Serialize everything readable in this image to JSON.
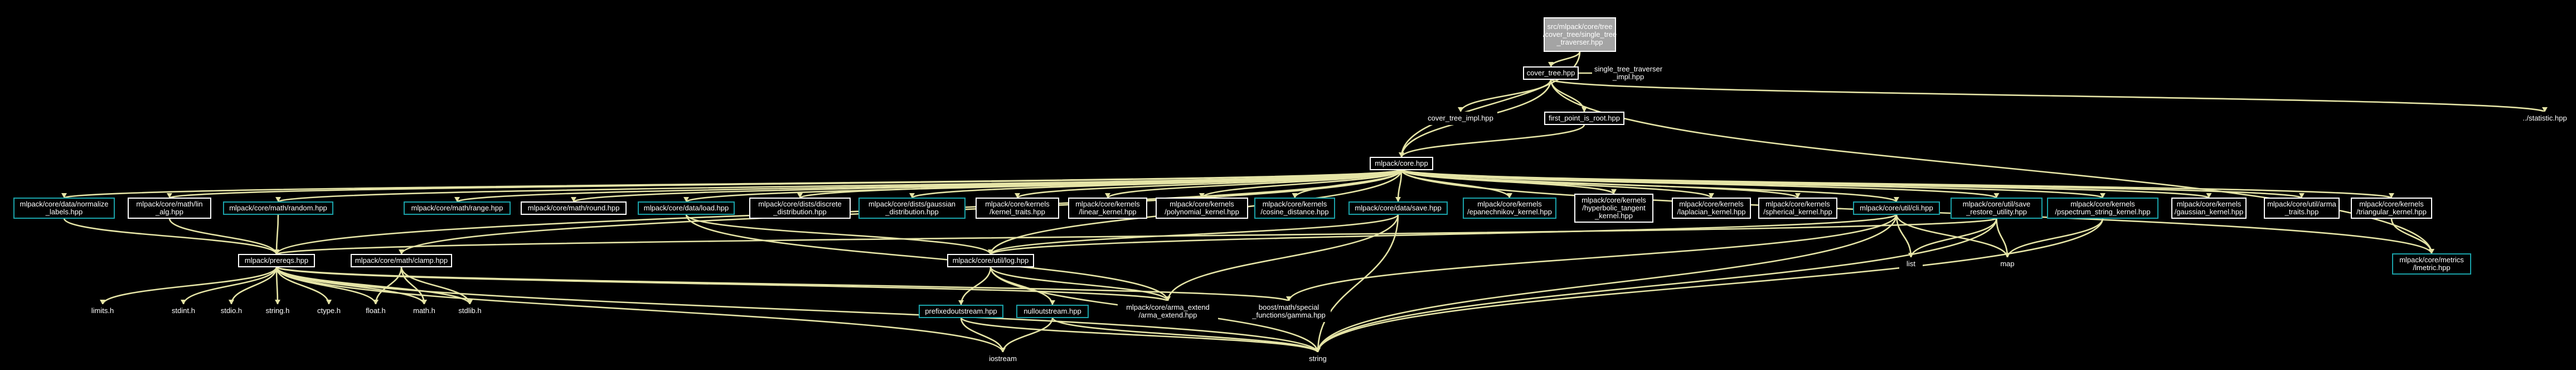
{
  "colors": {
    "background": "#000000",
    "edge": "#e5e4a6",
    "node_border_default": "#ffffff",
    "node_border_cyan": "#1aa1a8",
    "node_border_dim": "#8a8a8a",
    "root_fill": "#a4a4a4",
    "root_border": "#ffffff"
  },
  "nodes": [
    {
      "id": "root",
      "lines": [
        "src/mlpack/core/tree",
        "/cover_tree/single_tree",
        "_traverser.hpp"
      ],
      "style": "root"
    },
    {
      "id": "cover_tree",
      "lines": [
        "cover_tree.hpp"
      ],
      "style": "default"
    },
    {
      "id": "single_impl",
      "lines": [
        "single_tree_traverser",
        "_impl.hpp"
      ],
      "style": "none"
    },
    {
      "id": "cover_impl",
      "lines": [
        "cover_tree_impl.hpp"
      ],
      "style": "none"
    },
    {
      "id": "first_point",
      "lines": [
        "first_point_is_root.hpp"
      ],
      "style": "default"
    },
    {
      "id": "statistic",
      "lines": [
        "../statistic.hpp"
      ],
      "style": "none"
    },
    {
      "id": "core",
      "lines": [
        "mlpack/core.hpp"
      ],
      "style": "default"
    },
    {
      "id": "normalize",
      "lines": [
        "mlpack/core/data/normalize",
        "_labels.hpp"
      ],
      "style": "cyan"
    },
    {
      "id": "lin_alg",
      "lines": [
        "mlpack/core/math/lin",
        "_alg.hpp"
      ],
      "style": "default"
    },
    {
      "id": "random",
      "lines": [
        "mlpack/core/math/random.hpp"
      ],
      "style": "cyan"
    },
    {
      "id": "range",
      "lines": [
        "mlpack/core/math/range.hpp"
      ],
      "style": "cyan"
    },
    {
      "id": "round",
      "lines": [
        "mlpack/core/math/round.hpp"
      ],
      "style": "default"
    },
    {
      "id": "load",
      "lines": [
        "mlpack/core/data/load.hpp"
      ],
      "style": "cyan"
    },
    {
      "id": "discrete",
      "lines": [
        "mlpack/core/dists/discrete",
        "_distribution.hpp"
      ],
      "style": "default"
    },
    {
      "id": "gaussian_dist",
      "lines": [
        "mlpack/core/dists/gaussian",
        "_distribution.hpp"
      ],
      "style": "cyan"
    },
    {
      "id": "kernel_traits",
      "lines": [
        "mlpack/core/kernels",
        "/kernel_traits.hpp"
      ],
      "style": "default"
    },
    {
      "id": "linear_kernel",
      "lines": [
        "mlpack/core/kernels",
        "/linear_kernel.hpp"
      ],
      "style": "default"
    },
    {
      "id": "polynomial",
      "lines": [
        "mlpack/core/kernels",
        "/polynomial_kernel.hpp"
      ],
      "style": "default"
    },
    {
      "id": "cosine",
      "lines": [
        "mlpack/core/kernels",
        "/cosine_distance.hpp"
      ],
      "style": "cyan"
    },
    {
      "id": "save",
      "lines": [
        "mlpack/core/data/save.hpp"
      ],
      "style": "cyan"
    },
    {
      "id": "epanechnikov",
      "lines": [
        "mlpack/core/kernels",
        "/epanechnikov_kernel.hpp"
      ],
      "style": "cyan"
    },
    {
      "id": "hyperbolic",
      "lines": [
        "mlpack/core/kernels",
        "/hyperbolic_tangent",
        "_kernel.hpp"
      ],
      "style": "default"
    },
    {
      "id": "laplacian",
      "lines": [
        "mlpack/core/kernels",
        "/laplacian_kernel.hpp"
      ],
      "style": "default"
    },
    {
      "id": "spherical",
      "lines": [
        "mlpack/core/kernels",
        "/spherical_kernel.hpp"
      ],
      "style": "default"
    },
    {
      "id": "cli",
      "lines": [
        "mlpack/core/util/cli.hpp"
      ],
      "style": "cyan"
    },
    {
      "id": "save_restore",
      "lines": [
        "mlpack/core/util/save",
        "_restore_utility.hpp"
      ],
      "style": "cyan"
    },
    {
      "id": "pspectrum",
      "lines": [
        "mlpack/core/kernels",
        "/pspectrum_string_kernel.hpp"
      ],
      "style": "cyan"
    },
    {
      "id": "gaussian_kernel",
      "lines": [
        "mlpack/core/kernels",
        "/gaussian_kernel.hpp"
      ],
      "style": "default"
    },
    {
      "id": "arma_traits",
      "lines": [
        "mlpack/core/util/arma",
        "_traits.hpp"
      ],
      "style": "default"
    },
    {
      "id": "triangular",
      "lines": [
        "mlpack/core/kernels",
        "/triangular_kernel.hpp"
      ],
      "style": "default"
    },
    {
      "id": "lmetric",
      "lines": [
        "mlpack/core/metrics",
        "/lmetric.hpp"
      ],
      "style": "cyan"
    },
    {
      "id": "prereqs",
      "lines": [
        "mlpack/prereqs.hpp"
      ],
      "style": "default"
    },
    {
      "id": "clamp",
      "lines": [
        "mlpack/core/math/clamp.hpp"
      ],
      "style": "default"
    },
    {
      "id": "log",
      "lines": [
        "mlpack/core/util/log.hpp"
      ],
      "style": "default"
    },
    {
      "id": "arma_extend",
      "lines": [
        "mlpack/core/arma_extend",
        "/arma_extend.hpp"
      ],
      "style": "none"
    },
    {
      "id": "gamma",
      "lines": [
        "boost/math/special",
        "_functions/gamma.hpp"
      ],
      "style": "none"
    },
    {
      "id": "list",
      "lines": [
        "list"
      ],
      "style": "none"
    },
    {
      "id": "map",
      "lines": [
        "map"
      ],
      "style": "none"
    },
    {
      "id": "limits",
      "lines": [
        "limits.h"
      ],
      "style": "none"
    },
    {
      "id": "stdint",
      "lines": [
        "stdint.h"
      ],
      "style": "none"
    },
    {
      "id": "stdio",
      "lines": [
        "stdio.h"
      ],
      "style": "none"
    },
    {
      "id": "string_h",
      "lines": [
        "string.h"
      ],
      "style": "none"
    },
    {
      "id": "ctype",
      "lines": [
        "ctype.h"
      ],
      "style": "none"
    },
    {
      "id": "float",
      "lines": [
        "float.h"
      ],
      "style": "none"
    },
    {
      "id": "math",
      "lines": [
        "math.h"
      ],
      "style": "none"
    },
    {
      "id": "stdlib",
      "lines": [
        "stdlib.h"
      ],
      "style": "none"
    },
    {
      "id": "prefixed",
      "lines": [
        "prefixedoutstream.hpp"
      ],
      "style": "cyan"
    },
    {
      "id": "nulloutstream",
      "lines": [
        "nulloutstream.hpp"
      ],
      "style": "cyan"
    },
    {
      "id": "iostream",
      "lines": [
        "iostream"
      ],
      "style": "none"
    },
    {
      "id": "string",
      "lines": [
        "string"
      ],
      "style": "none"
    }
  ],
  "edges": [
    [
      "root",
      "cover_tree"
    ],
    [
      "root",
      "core"
    ],
    [
      "cover_tree",
      "single_impl"
    ],
    [
      "cover_tree",
      "cover_impl"
    ],
    [
      "cover_tree",
      "first_point"
    ],
    [
      "cover_tree",
      "statistic"
    ],
    [
      "cover_tree",
      "core"
    ],
    [
      "cover_tree",
      "lmetric"
    ],
    [
      "first_point",
      "core"
    ],
    [
      "core",
      "normalize"
    ],
    [
      "core",
      "lin_alg"
    ],
    [
      "core",
      "random"
    ],
    [
      "core",
      "range"
    ],
    [
      "core",
      "round"
    ],
    [
      "core",
      "load"
    ],
    [
      "core",
      "discrete"
    ],
    [
      "core",
      "gaussian_dist"
    ],
    [
      "core",
      "kernel_traits"
    ],
    [
      "core",
      "linear_kernel"
    ],
    [
      "core",
      "polynomial"
    ],
    [
      "core",
      "cosine"
    ],
    [
      "core",
      "save"
    ],
    [
      "core",
      "epanechnikov"
    ],
    [
      "core",
      "hyperbolic"
    ],
    [
      "core",
      "laplacian"
    ],
    [
      "core",
      "spherical"
    ],
    [
      "core",
      "cli"
    ],
    [
      "core",
      "save_restore"
    ],
    [
      "core",
      "pspectrum"
    ],
    [
      "core",
      "gaussian_kernel"
    ],
    [
      "core",
      "arma_traits"
    ],
    [
      "core",
      "triangular"
    ],
    [
      "core",
      "lmetric"
    ],
    [
      "core",
      "prereqs"
    ],
    [
      "core",
      "clamp"
    ],
    [
      "core",
      "log"
    ],
    [
      "normalize",
      "prereqs"
    ],
    [
      "lin_alg",
      "prereqs"
    ],
    [
      "random",
      "prereqs"
    ],
    [
      "load",
      "log"
    ],
    [
      "load",
      "arma_extend"
    ],
    [
      "save",
      "log"
    ],
    [
      "save",
      "arma_extend"
    ],
    [
      "save",
      "string"
    ],
    [
      "cli",
      "log"
    ],
    [
      "cli",
      "list"
    ],
    [
      "cli",
      "map"
    ],
    [
      "cli",
      "string"
    ],
    [
      "cli",
      "gamma"
    ],
    [
      "save_restore",
      "list"
    ],
    [
      "save_restore",
      "map"
    ],
    [
      "save_restore",
      "string"
    ],
    [
      "save_restore",
      "prereqs"
    ],
    [
      "pspectrum",
      "map"
    ],
    [
      "pspectrum",
      "string"
    ],
    [
      "triangular",
      "lmetric"
    ],
    [
      "prereqs",
      "limits"
    ],
    [
      "prereqs",
      "stdint"
    ],
    [
      "prereqs",
      "stdio"
    ],
    [
      "prereqs",
      "string_h"
    ],
    [
      "prereqs",
      "ctype"
    ],
    [
      "prereqs",
      "float"
    ],
    [
      "prereqs",
      "math"
    ],
    [
      "prereqs",
      "stdlib"
    ],
    [
      "prereqs",
      "arma_extend"
    ],
    [
      "prereqs",
      "gamma"
    ],
    [
      "prereqs",
      "iostream"
    ],
    [
      "prereqs",
      "string"
    ],
    [
      "clamp",
      "float"
    ],
    [
      "clamp",
      "math"
    ],
    [
      "clamp",
      "stdlib"
    ],
    [
      "log",
      "prefixed"
    ],
    [
      "log",
      "nulloutstream"
    ],
    [
      "log",
      "string"
    ],
    [
      "log",
      "arma_extend"
    ],
    [
      "prefixed",
      "iostream"
    ],
    [
      "prefixed",
      "string"
    ],
    [
      "nulloutstream",
      "iostream"
    ],
    [
      "nulloutstream",
      "string"
    ]
  ]
}
